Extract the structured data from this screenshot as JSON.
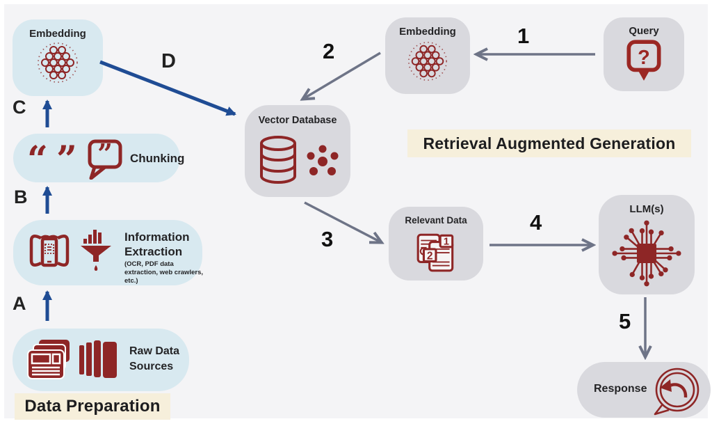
{
  "colors": {
    "background": "#f4f4f6",
    "prep_box_blue": "#d8e9f0",
    "rag_box_gray": "#d9d9de",
    "icon_red": "#8e2626",
    "arrow_blue": "#1f4c94",
    "arrow_gray": "#6e7487",
    "section_label_bg": "#f6efdb",
    "text": "#242426"
  },
  "section_labels": {
    "data_preparation": "Data Preparation",
    "rag": "Retrieval Augmented Generation"
  },
  "nodes": {
    "embedding_prep": {
      "label": "Embedding"
    },
    "chunking": {
      "label": "Chunking",
      "quote_open": "“",
      "quote_close": "”",
      "bubble_quote": "”"
    },
    "info_extraction": {
      "label": "Information Extraction",
      "subtitle": "(OCR, PDF data extraction, web crawlers, etc.)"
    },
    "raw_data": {
      "label": "Raw Data Sources"
    },
    "vector_db": {
      "label": "Vector Database"
    },
    "embedding_rag": {
      "label": "Embedding"
    },
    "query": {
      "label": "Query",
      "icon_glyph": "?"
    },
    "relevant_data": {
      "label": "Relevant Data",
      "badge_1": "1",
      "badge_2": "2"
    },
    "llms": {
      "label": "LLM(s)"
    },
    "response": {
      "label": "Response"
    }
  },
  "step_numbers": {
    "s1": "1",
    "s2": "2",
    "s3": "3",
    "s4": "4",
    "s5": "5"
  },
  "step_letters": {
    "a": "A",
    "b": "B",
    "c": "C",
    "d": "D"
  }
}
